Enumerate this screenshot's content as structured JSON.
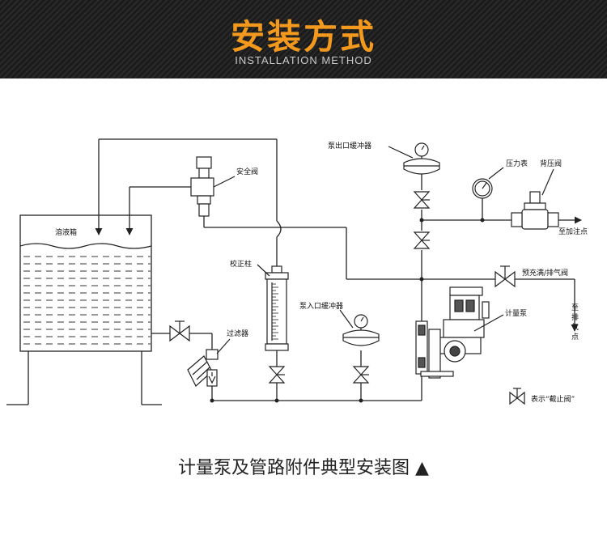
{
  "header": {
    "title": "安装方式",
    "subtitle": "INSTALLATION METHOD"
  },
  "labels": {
    "tank": "溶液箱",
    "safety_valve": "安全阀",
    "pump_outlet_damper": "泵出口缓冲器",
    "pressure_gauge": "压力表",
    "back_pressure_valve": "背压阀",
    "to_injection": "至加注点",
    "calibration_column": "校正柱",
    "pump_inlet_damper": "泵入口缓冲器",
    "prime_vent_valve": "预充满/排气阀",
    "filter": "过滤器",
    "metering_pump": "计量泵",
    "to_drain": [
      "至",
      "排",
      "气",
      "点"
    ],
    "legend": "表示“截止阀”"
  },
  "caption": "计量泵及管路附件典型安装图 ▲",
  "colors": {
    "accent": "#f39a1e",
    "header_bg": "#1f1f1f",
    "line": "#222222"
  }
}
